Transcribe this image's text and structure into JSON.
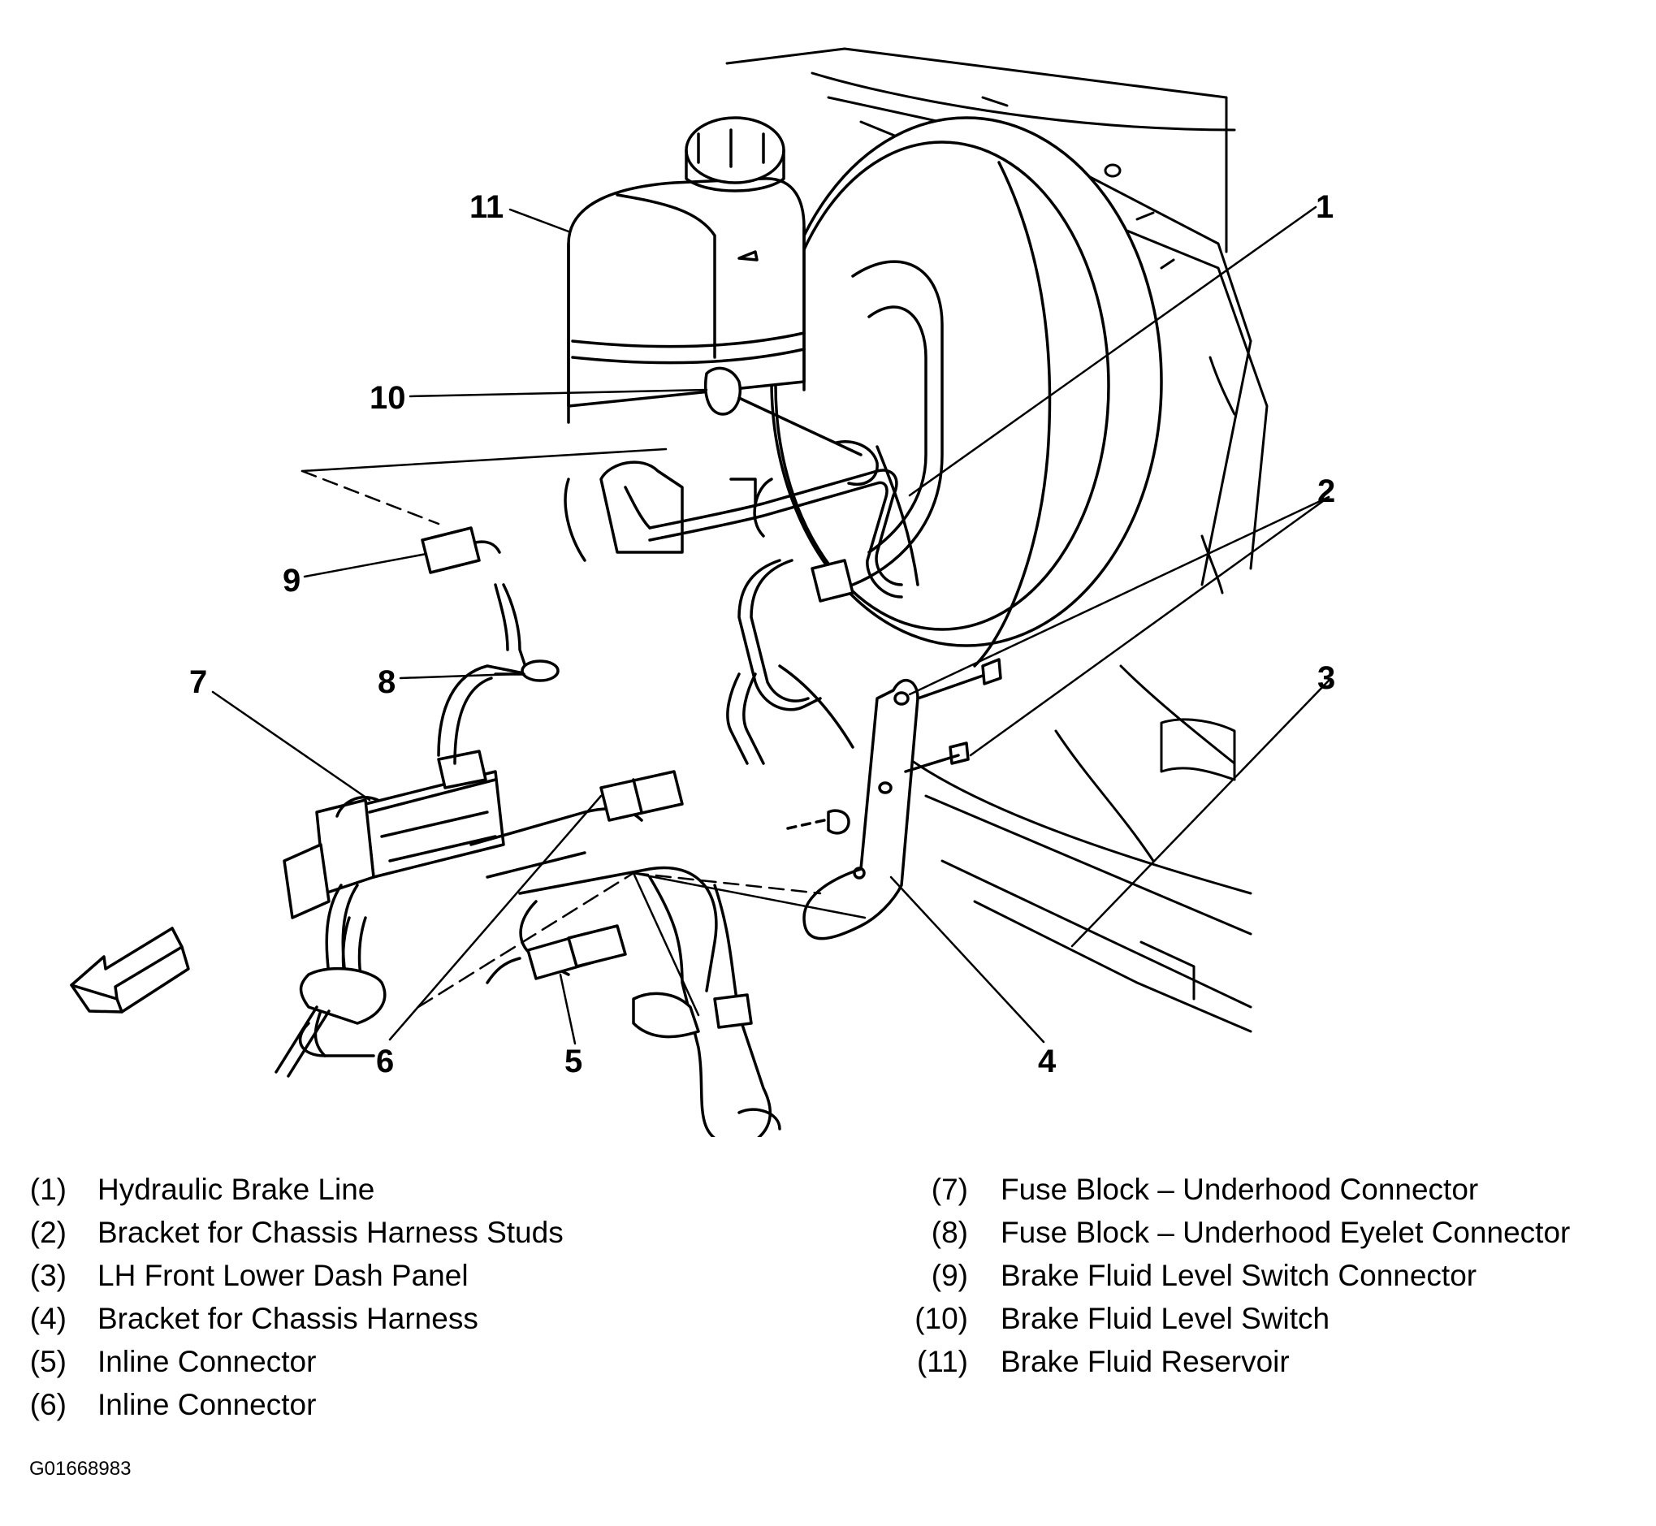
{
  "callouts": {
    "c1": "1",
    "c2": "2",
    "c3": "3",
    "c4": "4",
    "c5": "5",
    "c6": "6",
    "c7": "7",
    "c8": "8",
    "c9": "9",
    "c10": "10",
    "c11": "11"
  },
  "legend": {
    "left": [
      {
        "num": "(1)",
        "text": "Hydraulic Brake Line"
      },
      {
        "num": "(2)",
        "text": "Bracket for Chassis Harness Studs"
      },
      {
        "num": "(3)",
        "text": "LH Front Lower Dash Panel"
      },
      {
        "num": "(4)",
        "text": "Bracket for Chassis Harness"
      },
      {
        "num": "(5)",
        "text": "Inline Connector"
      },
      {
        "num": "(6)",
        "text": "Inline Connector"
      }
    ],
    "right": [
      {
        "num": "(7)",
        "text": "Fuse Block – Underhood Connector"
      },
      {
        "num": "(8)",
        "text": "Fuse Block – Underhood Eyelet Connector"
      },
      {
        "num": "(9)",
        "text": "Brake Fluid Level Switch Connector"
      },
      {
        "num": "(10)",
        "text": "Brake Fluid Level Switch"
      },
      {
        "num": "(11)",
        "text": "Brake Fluid Reservoir"
      }
    ]
  },
  "figure_id": "G01668983",
  "icons": {
    "direction_arrow": "front-arrow-icon"
  }
}
